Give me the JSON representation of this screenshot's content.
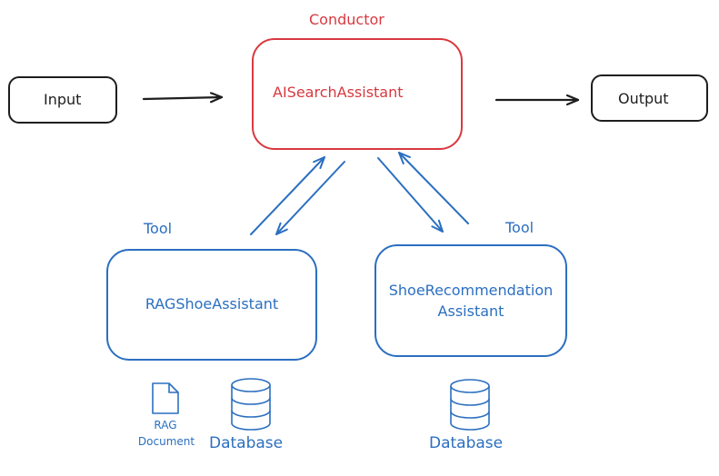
{
  "conductor": {
    "tag": "Conductor",
    "name": "AISearchAssistant"
  },
  "input": {
    "label": "Input"
  },
  "output": {
    "label": "Output"
  },
  "tool_left": {
    "tag": "Tool",
    "name": "RAGShoeAssistant"
  },
  "tool_right": {
    "tag": "Tool",
    "name_line1": "ShoeRecommendation",
    "name_line2": "Assistant"
  },
  "rag_document": {
    "line1": "RAG",
    "line2": "Document"
  },
  "database_left": {
    "label": "Database"
  },
  "database_right": {
    "label": "Database"
  },
  "colors": {
    "conductor": "#d8393f",
    "tool": "#2b6fc0",
    "io": "#1e1e1e"
  }
}
